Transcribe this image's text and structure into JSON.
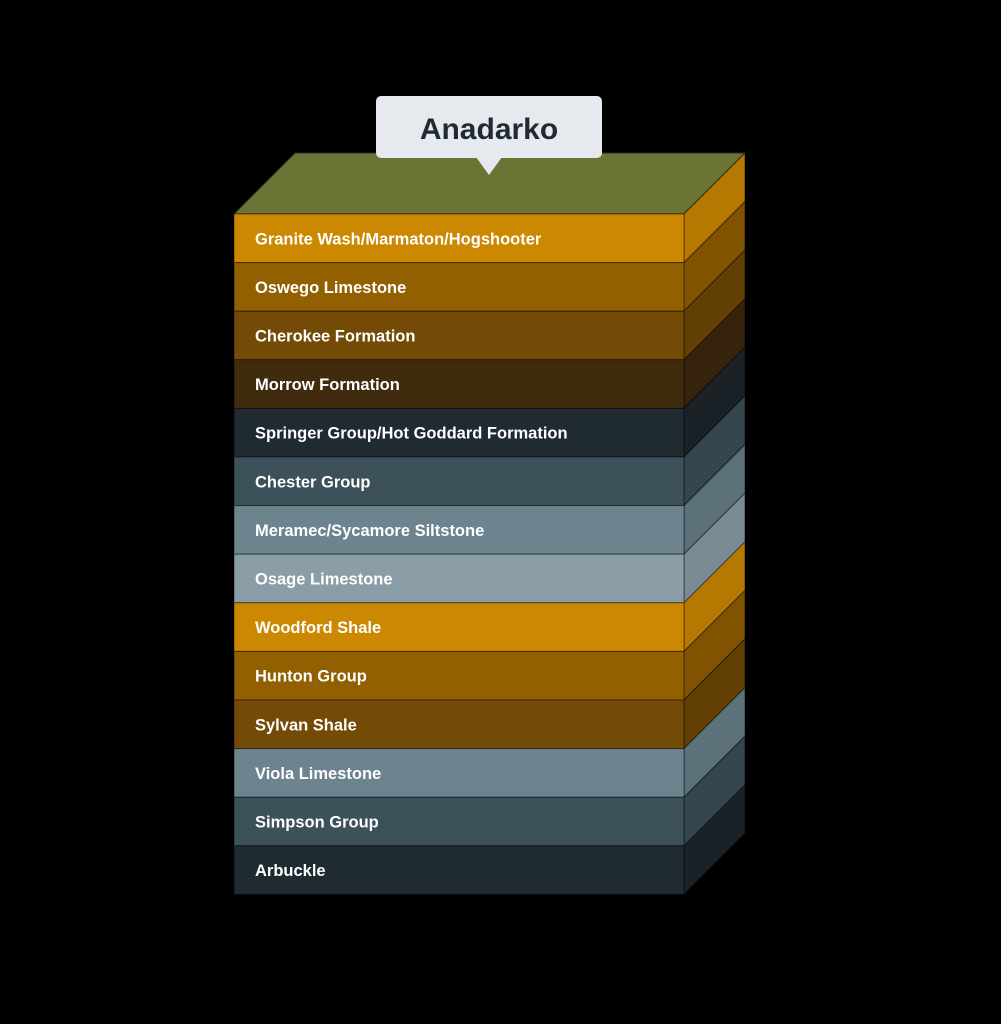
{
  "basin": {
    "title": "Anadarko",
    "top_color": "#6b7335",
    "callout_color": "#e6eaee"
  },
  "layers": [
    {
      "name": "Granite Wash/Marmaton/Hogshooter",
      "front": "#cc8800",
      "side": "#b57800"
    },
    {
      "name": "Oswego Limestone",
      "front": "#926000",
      "side": "#805300"
    },
    {
      "name": "Cherokee Formation",
      "front": "#744b06",
      "side": "#623f05"
    },
    {
      "name": "Morrow Formation",
      "front": "#412b0e",
      "side": "#36230b"
    },
    {
      "name": "Springer Group/Hot Goddard Formation",
      "front": "#202a31",
      "side": "#1a2228"
    },
    {
      "name": "Chester Group",
      "front": "#3c515a",
      "side": "#33454d"
    },
    {
      "name": "Meramec/Sycamore Siltstone",
      "front": "#6d838e",
      "side": "#5d717b"
    },
    {
      "name": "Osage Limestone",
      "front": "#8b9da6",
      "side": "#798b94"
    },
    {
      "name": "Woodford Shale",
      "front": "#cc8800",
      "side": "#b57800"
    },
    {
      "name": "Hunton Group",
      "front": "#926000",
      "side": "#805300"
    },
    {
      "name": "Sylvan Shale",
      "front": "#744b06",
      "side": "#623f05"
    },
    {
      "name": "Viola Limestone",
      "front": "#6d838e",
      "side": "#5d717b"
    },
    {
      "name": "Simpson Group",
      "front": "#3c515a",
      "side": "#33454d"
    },
    {
      "name": "Arbuckle",
      "front": "#202a31",
      "side": "#1a2228"
    }
  ]
}
